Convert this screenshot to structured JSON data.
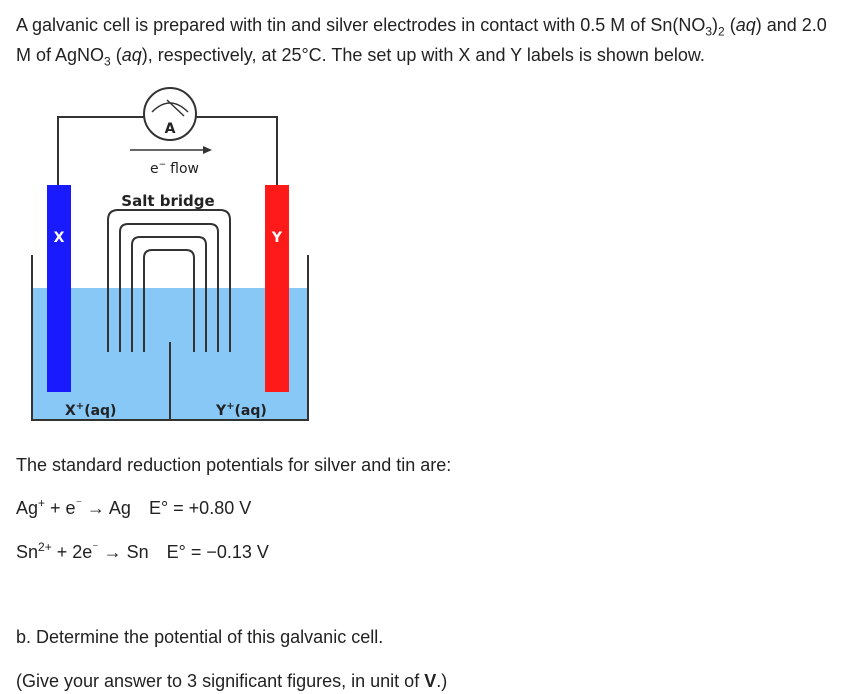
{
  "intro": {
    "p1": "A galvanic cell is prepared with tin and silver electrodes in contact with 0.5 M of Sn(NO",
    "sub1": "3",
    "p2": ")",
    "sub2": "2",
    "p3": " (",
    "aq1": "aq",
    "p4": ") and 2.0 M of AgNO",
    "sub3": "3",
    "p5": " (",
    "aq2": "aq",
    "p6": "), respectively, at 25°C. The set up with X and Y labels is shown below."
  },
  "diagram": {
    "ammeter_label": "A",
    "eflow_e": "e",
    "eflow_sup": "−",
    "eflow_text": "flow",
    "salt_bridge": "Salt bridge",
    "left_electrode": "X",
    "right_electrode": "Y",
    "left_solution": "X",
    "left_solution_sup": "+",
    "left_solution_tail": "(aq)",
    "right_solution": "Y",
    "right_solution_sup": "+",
    "right_solution_tail": "(aq)",
    "colors": {
      "left_electrode": "#1a1aff",
      "right_electrode": "#ff1a1a",
      "solution": "#87c8f7",
      "wire": "#333333"
    }
  },
  "potentials_intro": "The standard reduction potentials for silver and tin are:",
  "eq1": {
    "lhs": "Ag",
    "lhs_sup": "+",
    "rest": " + e",
    "e_sup": "⁻",
    "arrow": " → Ag",
    "eo": "E° = +0.80 V"
  },
  "eq2": {
    "lhs": "Sn",
    "lhs_sup": "2+",
    "rest": " + 2e",
    "e_sup": "⁻",
    "arrow": " → Sn",
    "eo": "E° = −0.13 V"
  },
  "question": "b. Determine the potential of this galvanic cell.",
  "instruction_start": "(Give your answer to 3 significant figures, in unit of ",
  "instruction_unit": "V",
  "instruction_end": ".)"
}
